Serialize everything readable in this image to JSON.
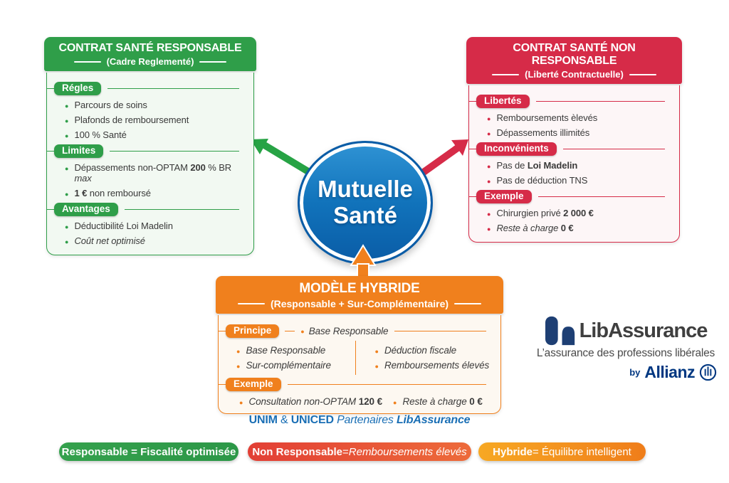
{
  "colors": {
    "green": "#2f9e49",
    "green_bg": "#f2f9f2",
    "red": "#d62b48",
    "red_bg": "#fdf6f7",
    "orange": "#f0801d",
    "orange_bg": "#fdf8f1",
    "blue_light": "#2f93d4",
    "blue_mid": "#1173bb",
    "blue_dark": "#0a5ca6",
    "navy": "#003781",
    "logo_navy": "#1e3f74",
    "text": "#3a3a3a",
    "partner_blue": "#1a6fb5",
    "badge_green_1": "#35a14d",
    "badge_green_2": "#2c9747",
    "badge_red_1": "#e23f35",
    "badge_red_2": "#ed6b3a",
    "badge_orange_1": "#f7a823",
    "badge_orange_2": "#ef7d1a"
  },
  "center": {
    "line1": "Mutuelle",
    "line2": "Santé"
  },
  "cards": [
    {
      "title": "CONTRAT SANTÉ RESPONSABLE",
      "subtitle": "(Cadre Reglementé)",
      "sections": [
        {
          "label": "Régles",
          "items": [
            [
              [
                "Parcours de soins",
                ""
              ]
            ],
            [
              [
                "Plafonds de remboursement",
                ""
              ]
            ],
            [
              [
                "100 % Santé",
                ""
              ]
            ]
          ]
        },
        {
          "label": "Limites",
          "items": [
            [
              [
                "Dépassements non-OPTAM ",
                ""
              ],
              [
                "200",
                "b"
              ],
              [
                " % BR ",
                ""
              ],
              [
                "max",
                "i"
              ]
            ],
            [
              [
                "1 €",
                "b"
              ],
              [
                " non remboursé",
                ""
              ]
            ]
          ]
        },
        {
          "label": "Avantages",
          "items": [
            [
              [
                "Déductibilité Loi Madelin",
                ""
              ]
            ],
            [
              [
                "Coût net optimisé",
                "i"
              ]
            ]
          ]
        }
      ]
    },
    {
      "title": "CONTRAT SANTÉ NON RESPONSABLE",
      "subtitle": "(Liberté Contractuelle)",
      "sections": [
        {
          "label": "Libertés",
          "items": [
            [
              [
                "Remboursements èlevés",
                ""
              ]
            ],
            [
              [
                "Dépassements illimités",
                ""
              ]
            ]
          ]
        },
        {
          "label": "Inconvénients",
          "items": [
            [
              [
                "Pas de ",
                ""
              ],
              [
                "Loi Madelin",
                "b"
              ]
            ],
            [
              [
                "Pas de déduction TNS",
                ""
              ]
            ]
          ]
        },
        {
          "label": "Exemple",
          "items": [
            [
              [
                "Chirurgien privé ",
                ""
              ],
              [
                "2 000 €",
                "b"
              ]
            ],
            [
              [
                "Reste à charge ",
                "i"
              ],
              [
                "0 €",
                "b"
              ]
            ]
          ]
        }
      ]
    }
  ],
  "hybride": {
    "title": "MODÈLE HYBRIDE",
    "subtitle": "(Responsable + Sur-Complémentaire)",
    "principe_label": "Principe",
    "principe_item": [
      [
        "Base Responsable",
        "i"
      ]
    ],
    "col_left": [
      "Base Responsable",
      "Sur-complémentaire"
    ],
    "col_right": [
      "Déduction fiscale",
      "Remboursements élevés"
    ],
    "exemple_label": "Exemple",
    "exemple_items": [
      [
        [
          "Consultation non-OPTAM ",
          "i"
        ],
        [
          "120 €",
          "b"
        ]
      ],
      [
        [
          "Reste à charge ",
          "i"
        ],
        [
          "0 €",
          "b"
        ]
      ]
    ]
  },
  "partners": [
    [
      "UNIM",
      "b"
    ],
    [
      " & ",
      ""
    ],
    [
      "UNICED",
      "b"
    ],
    [
      "  ",
      ""
    ],
    [
      "Partenaires ",
      "i"
    ],
    [
      "LibAssurance",
      "bi"
    ]
  ],
  "logo": {
    "name": "LibAssurance",
    "tagline": "L’assurance des professions libérales",
    "by": "by",
    "brand": "Allianz"
  },
  "footer_badges": [
    {
      "theme": "green",
      "segments": [
        [
          "Responsable = Fiscalité optimisée",
          "b"
        ]
      ]
    },
    {
      "theme": "red",
      "segments": [
        [
          "Non Responsable",
          "b"
        ],
        [
          " = ",
          ""
        ],
        [
          "Remboursements élevés",
          "i"
        ]
      ]
    },
    {
      "theme": "orange",
      "segments": [
        [
          "Hybride",
          "b"
        ],
        [
          " = Équilibre intelligent",
          ""
        ]
      ]
    }
  ]
}
